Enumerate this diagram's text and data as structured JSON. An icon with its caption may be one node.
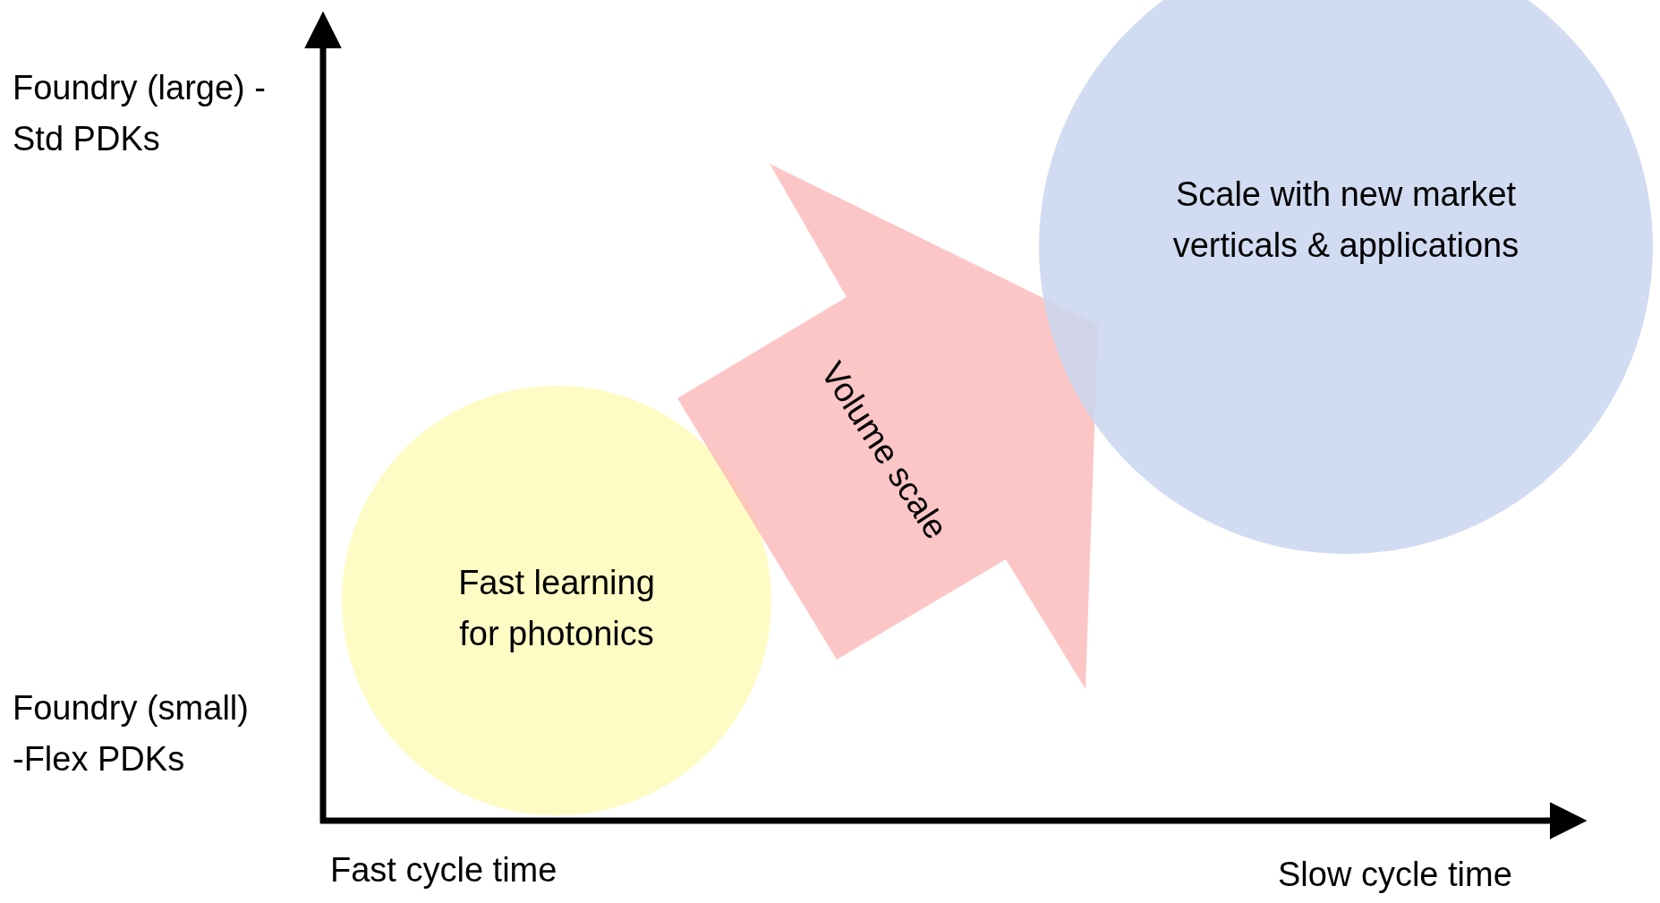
{
  "diagram": {
    "nodes": [
      {
        "text": [
          "Fast learning for photonics"
        ]
      },
      {
        "text": [
          "Scale with new market verticals & applications"
        ]
      }
    ],
    "edges": [
      {
        "from": 0,
        "to": 1,
        "arrow": "to",
        "label": "Volume scale",
        "style": "thick"
      }
    ],
    "labels": [
      "Foundry (large) -Std PDKs",
      "Foundry (small) -Flex PDKs",
      "Fast cycle time",
      "Slow cycle time"
    ]
  }
}
